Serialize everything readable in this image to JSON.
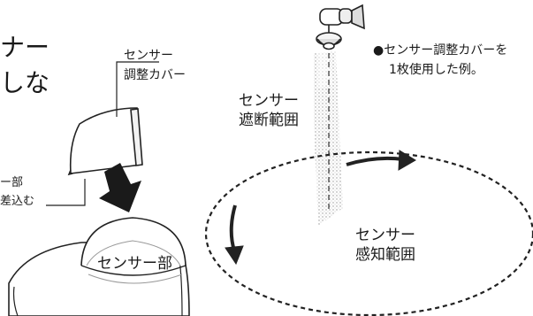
{
  "diagram": {
    "partial_heading": {
      "line1": "ナー",
      "line2": "しな"
    },
    "cover_label": {
      "line1": "センサー",
      "line2": "調整カバー"
    },
    "insert_label": {
      "line1": "ー部",
      "line2": "差込む"
    },
    "sensor_label": "センサー部",
    "example_note": {
      "line1": "●センサー調整カバーを",
      "line2": "1枚使用した例。"
    },
    "blocked_range": {
      "line1": "センサー",
      "line2": "遮断範囲"
    },
    "detect_range": {
      "line1": "センサー",
      "line2": "感知範囲"
    }
  }
}
